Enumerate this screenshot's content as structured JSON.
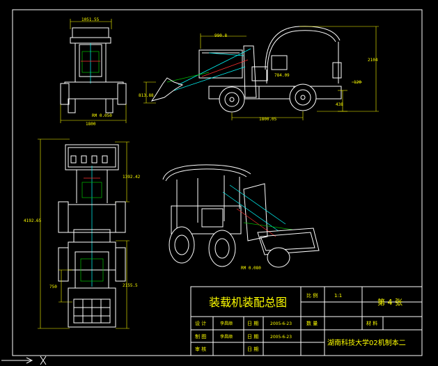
{
  "dimensions": {
    "front_width": "1051.55",
    "front_base": "1800",
    "front_rm": "RM 0.050",
    "side_top": "990.8",
    "side_arm": "784.09",
    "side_height": "813.88",
    "side_wheelbase": "1800.05",
    "side_total_height": "2104",
    "side_right_120": "120",
    "side_right_438": "438",
    "top_length": "4192.65",
    "top_upper": "1392.42",
    "top_lower": "2155.5",
    "top_750": "750",
    "iso_rm": "RM 0.080"
  },
  "title_block": {
    "title": "装载机装配总图",
    "scale_label": "比 例",
    "scale_value": "1:1",
    "sheet": "第 4 张",
    "quantity_label": "数 量",
    "material_label": "材 料",
    "design_label": "设 计",
    "designer": "李昌顺",
    "date_label": "日 期",
    "design_date": "2005-6-23",
    "drafting_label": "制 图",
    "drafter": "李昌顺",
    "drafting_date": "2005-6-23",
    "review_label": "审 核",
    "review_date_label": "日 期",
    "school": "湖南科技大学02机制本二"
  }
}
